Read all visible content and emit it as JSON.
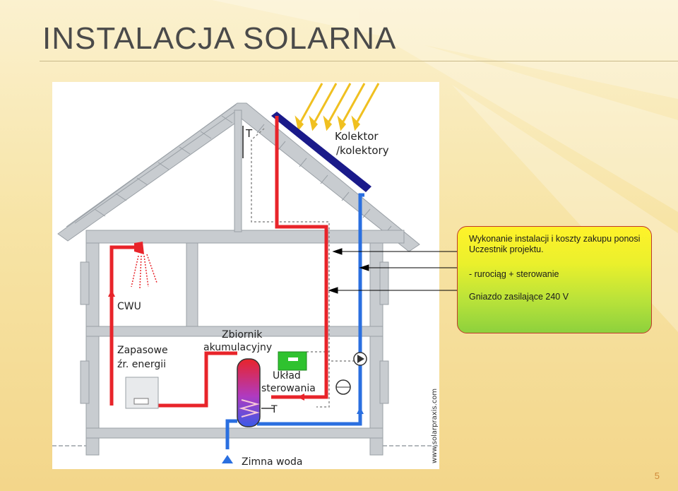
{
  "slide": {
    "title": "INSTALACJA SOLARNA",
    "page_number": "5"
  },
  "diagram": {
    "label_sensor_top": "T",
    "label_collector": "Kolektor\n/kolektory",
    "label_collector_1": "Kolektor",
    "label_collector_2": "/kolektory",
    "label_cwu": "CWU",
    "label_tank_1": "Zbiornik",
    "label_tank_2": "akumulacyjny",
    "label_backup_1": "Zapasowe",
    "label_backup_2": "źr. energii",
    "label_control_1": "Układ",
    "label_control_2": "sterowania",
    "label_sensor_bottom": "T",
    "label_cold_water": "Zimna woda",
    "watermark": "www.solarpraxis.com",
    "colors": {
      "hot": "#e8242a",
      "cold": "#2a6fe0",
      "panel": "#1a1a8a",
      "control": "#2fc22f",
      "wall": "#c8ccd0"
    }
  },
  "callout": {
    "line1": "Wykonanie instalacji i koszty zakupu ponosi Uczestnik projektu.",
    "line2": "- rurociąg + sterowanie",
    "line3": "Gniazdo zasilające 240 V"
  }
}
